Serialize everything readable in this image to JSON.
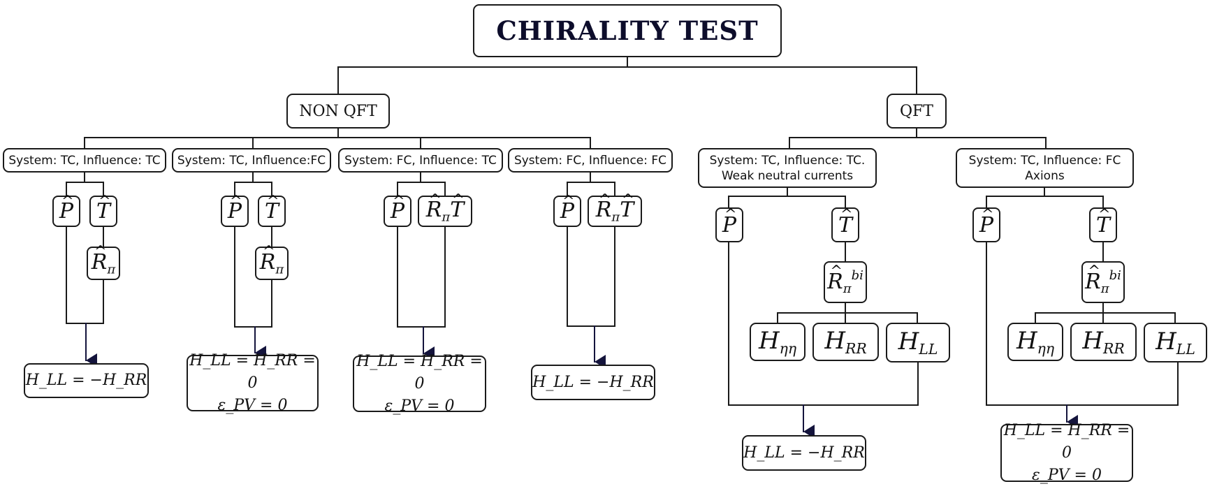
{
  "title": "CHIRALITY TEST",
  "branches": {
    "non_qft": "NON QFT",
    "qft": "QFT"
  },
  "cases": [
    {
      "cond": "System: TC, Influence: TC",
      "result": [
        "H_LL = −H_RR"
      ]
    },
    {
      "cond": "System: TC, Influence:FC",
      "result": [
        "H_LL = H_RR = 0",
        "ε_PV = 0"
      ]
    },
    {
      "cond": "System: FC, Influence: TC",
      "result": [
        "H_LL = H_RR = 0",
        "ε_PV = 0"
      ]
    },
    {
      "cond": "System: FC, Influence: FC",
      "result": [
        "H_LL = −H_RR"
      ]
    },
    {
      "cond": "System: TC, Influence: TC.",
      "cond2": "Weak neutral currents",
      "result": [
        "H_LL = −H_RR"
      ]
    },
    {
      "cond": "System: TC, Influence: FC",
      "cond2": "Axions",
      "result": [
        "H_LL = H_RR = 0",
        "ε_PV = 0"
      ]
    }
  ],
  "operators": {
    "P": "P",
    "T": "T",
    "R": "R",
    "pi": "π",
    "bi": "bi",
    "H": "H",
    "LL": "LL",
    "RR": "RR",
    "eta": "ηη",
    "PV": "PV",
    "eps": "ε"
  },
  "colors": {
    "line": "#1a1a1a",
    "arrow": "#14143c",
    "text": "#111111"
  }
}
